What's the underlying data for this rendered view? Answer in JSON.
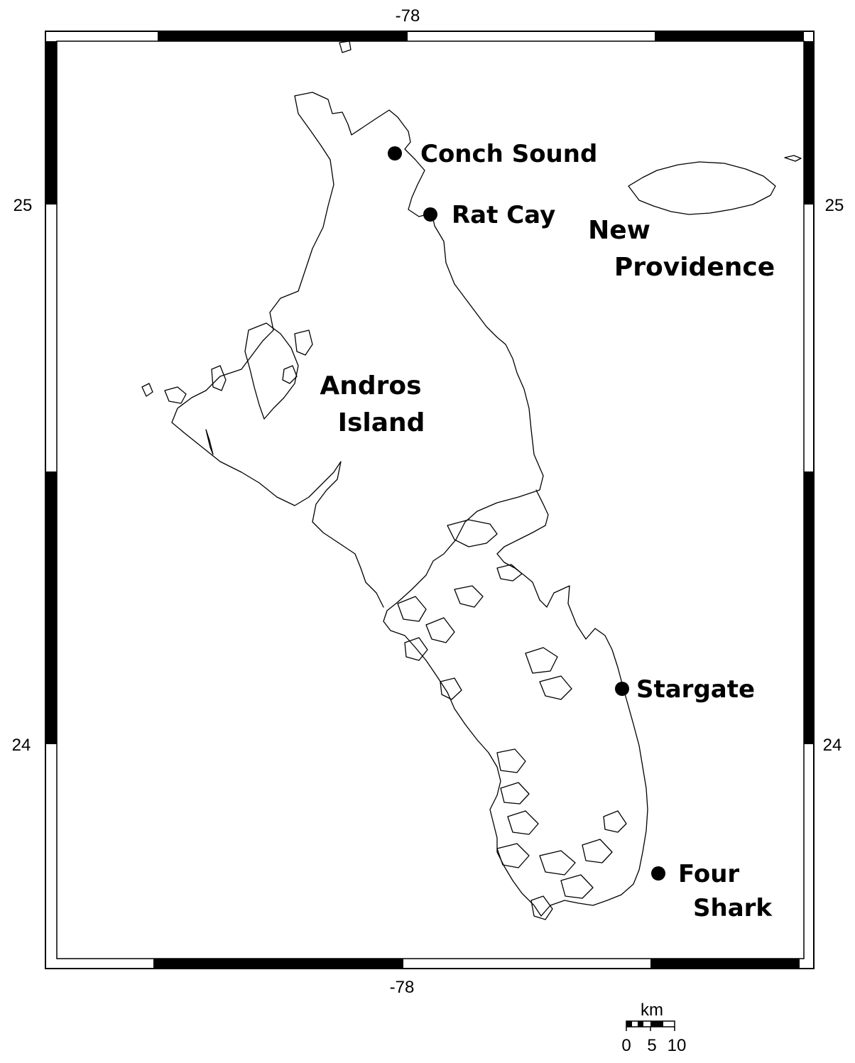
{
  "map": {
    "graticule": {
      "lon_top": "-78",
      "lon_bottom": "-78",
      "lat_upper_left": "25",
      "lat_upper_right": "25",
      "lat_lower_left": "24",
      "lat_lower_right": "24"
    },
    "regions": {
      "andros_line1": "Andros",
      "andros_line2": "Island",
      "new_providence_line1": "New",
      "new_providence_line2": "Providence"
    },
    "sites": [
      {
        "label": "Conch Sound"
      },
      {
        "label": "Rat Cay"
      },
      {
        "label": "Stargate"
      },
      {
        "label": "Four"
      },
      {
        "label": "Shark"
      }
    ],
    "scale_bar": {
      "unit": "km",
      "tick0": "0",
      "tick5": "5",
      "tick10": "10"
    },
    "colors": {
      "ink": "#000000",
      "paper": "#ffffff"
    }
  }
}
